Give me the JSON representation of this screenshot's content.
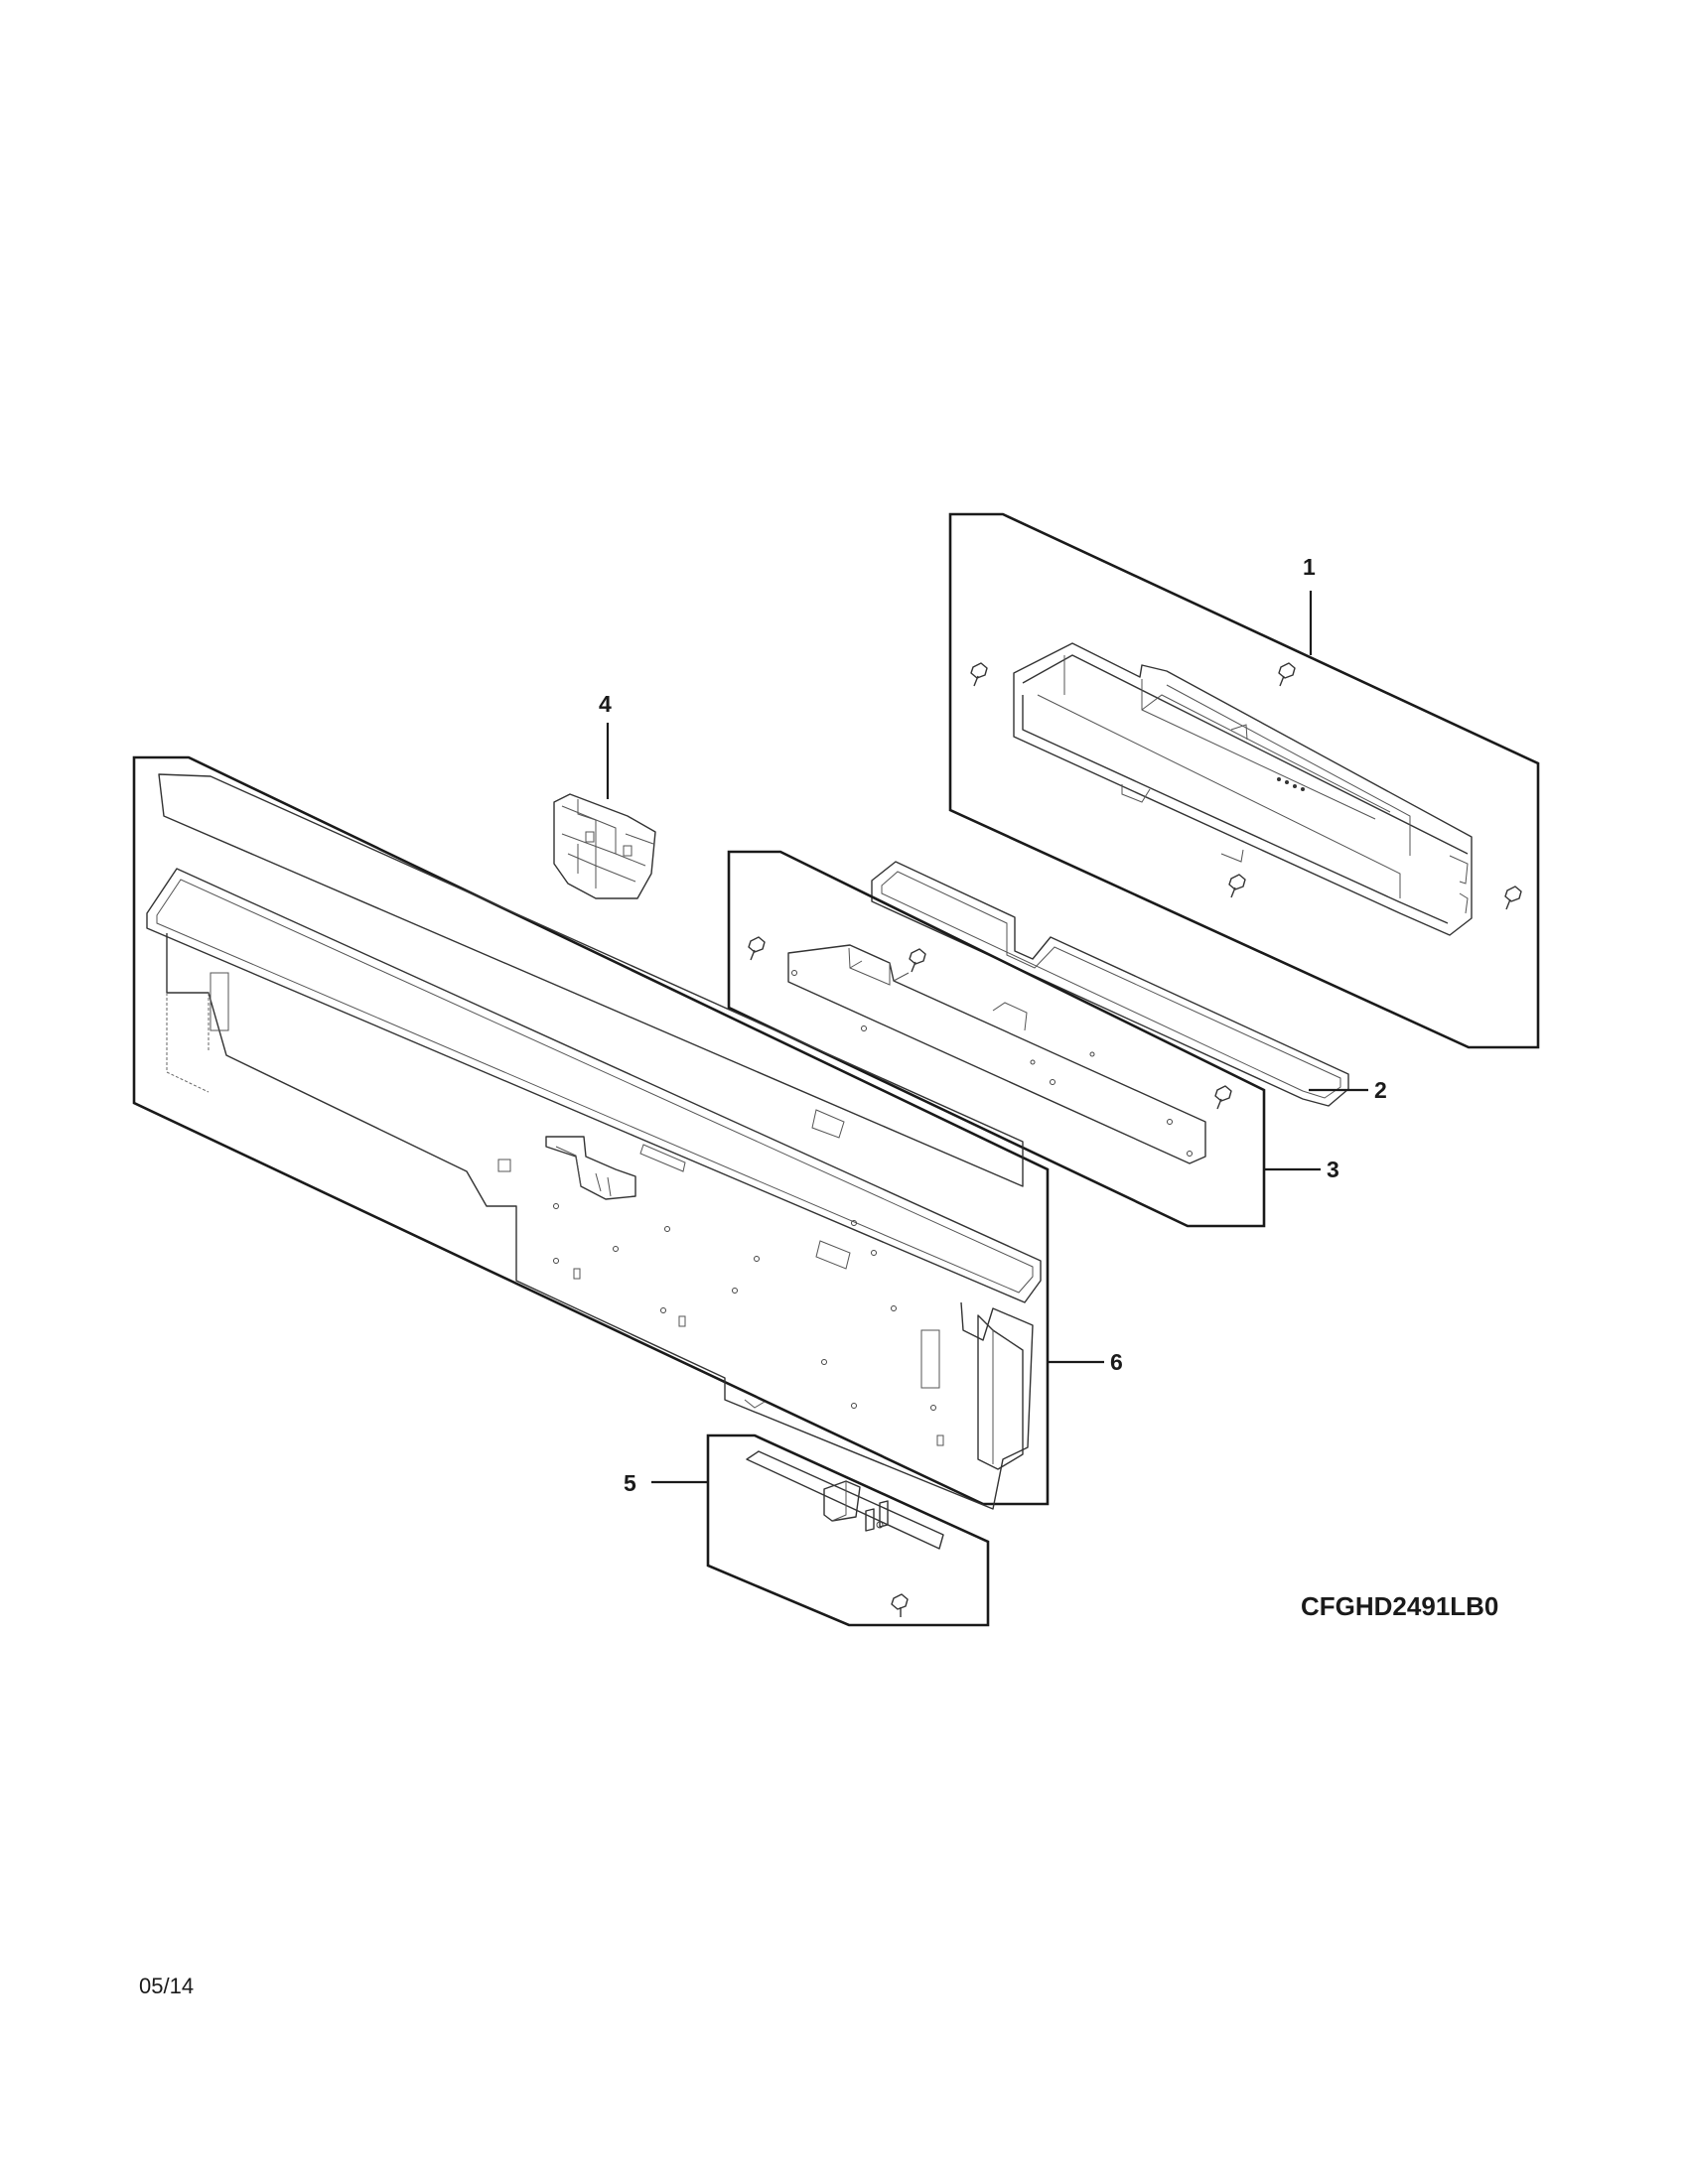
{
  "diagram": {
    "callouts": [
      {
        "id": "1",
        "label": "1"
      },
      {
        "id": "2",
        "label": "2"
      },
      {
        "id": "3",
        "label": "3"
      },
      {
        "id": "4",
        "label": "4"
      },
      {
        "id": "5",
        "label": "5"
      },
      {
        "id": "6",
        "label": "6"
      }
    ],
    "model_number": "CFGHD2491LB0",
    "date_code": "05/14"
  }
}
